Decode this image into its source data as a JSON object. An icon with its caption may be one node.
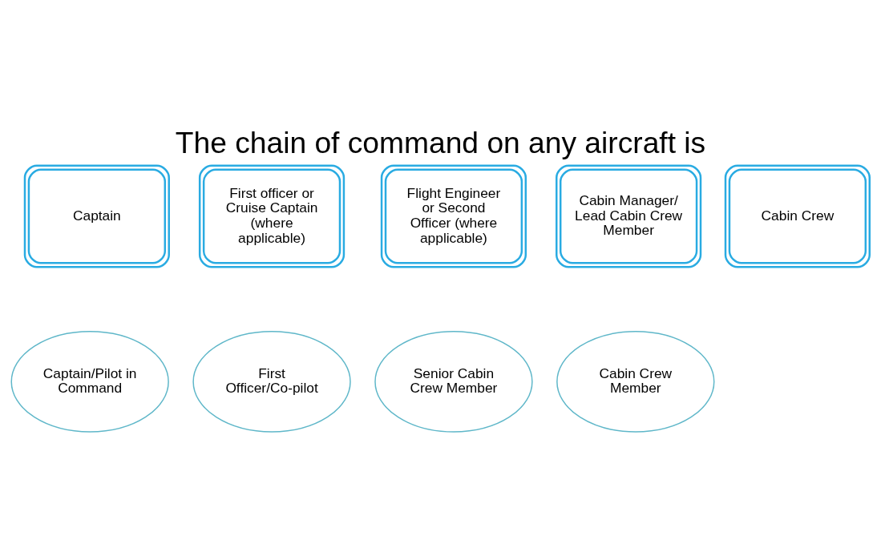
{
  "diagram": {
    "title": "The chain of command on any aircraft is",
    "nodes": [
      {
        "text": [
          "Captain"
        ]
      },
      {
        "text": [
          "First officer or Cruise Captain (where applicable)"
        ]
      },
      {
        "text": [
          "Flight Engineer or Second Officer (where applicable)"
        ]
      },
      {
        "text": [
          "Cabin Manager/ Lead Cabin Crew Member"
        ]
      },
      {
        "text": [
          "Cabin Crew"
        ]
      },
      {
        "text": [
          "Captain/Pilot in Command"
        ]
      },
      {
        "text": [
          "First Officer/Co-pilot"
        ]
      },
      {
        "text": [
          "Senior Cabin Crew Member"
        ]
      },
      {
        "text": [
          "Cabin Crew Member"
        ]
      }
    ],
    "edges": []
  }
}
